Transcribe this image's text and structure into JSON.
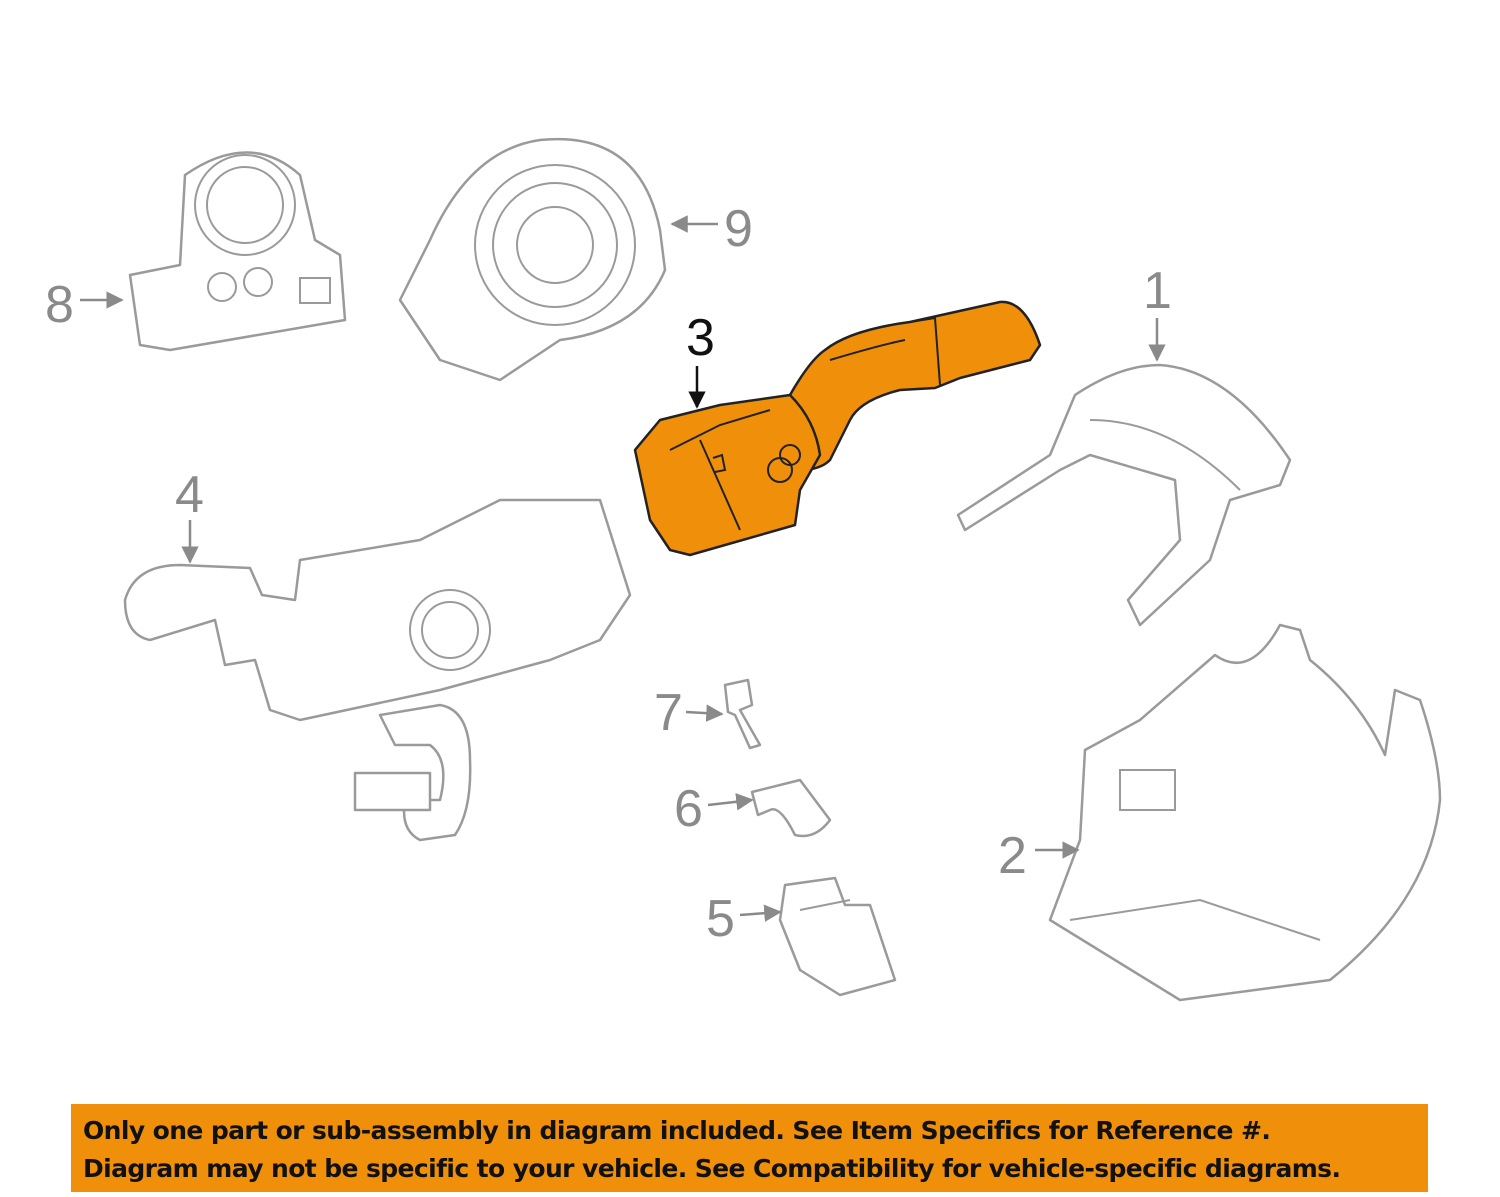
{
  "diagram": {
    "highlight_color": "#f0900a",
    "outline_color": "#9a9a9a",
    "selected_part": "3",
    "callouts": {
      "c1": "1",
      "c2": "2",
      "c3": "3",
      "c4": "4",
      "c5": "5",
      "c6": "6",
      "c7": "7",
      "c8": "8",
      "c9": "9"
    }
  },
  "banner": {
    "line1": "Only one part or sub-assembly in diagram included. See Item Specifics for Reference #.",
    "line2": "Diagram may not be specific to your vehicle. See Compatibility for vehicle-specific diagrams."
  }
}
